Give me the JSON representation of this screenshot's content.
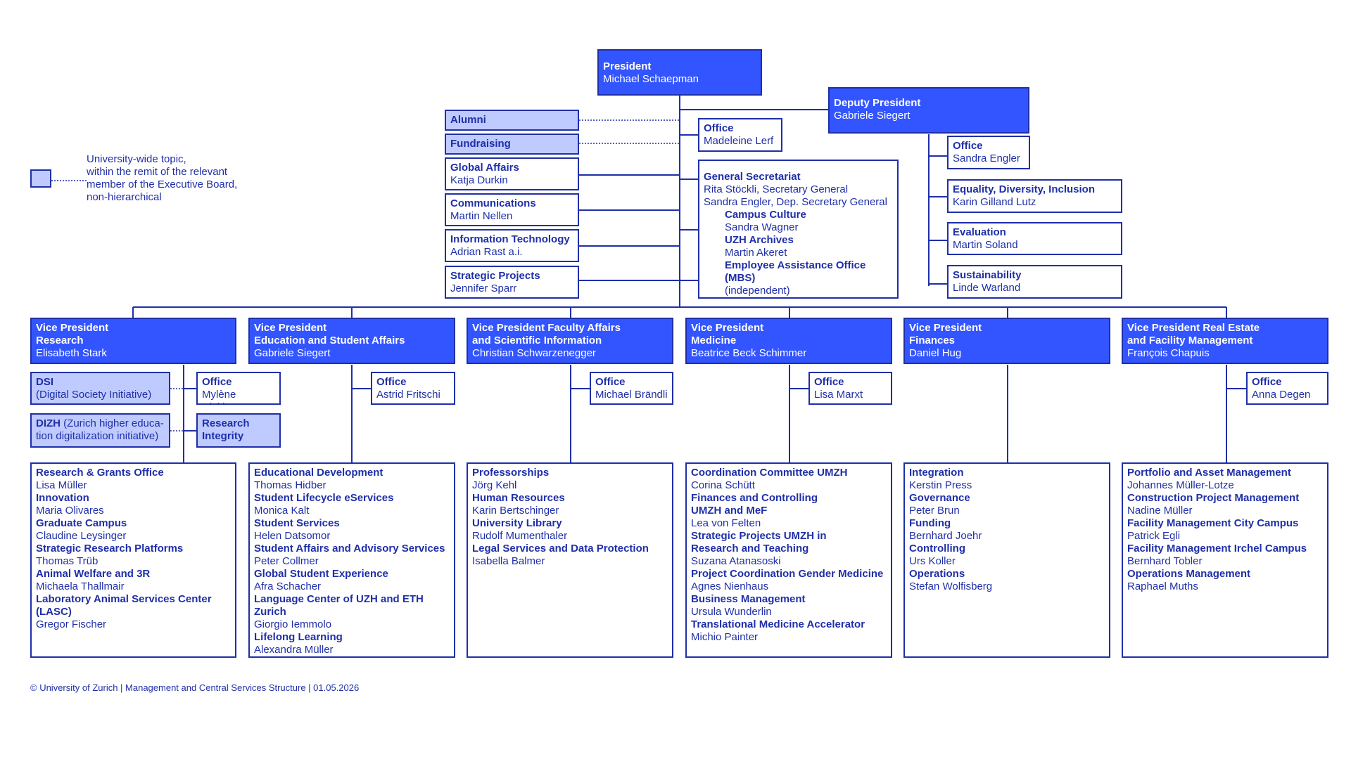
{
  "president": {
    "title": "President",
    "name": "Michael Schaepman"
  },
  "deputy": {
    "title": "Deputy President",
    "name": "Gabriele Siegert"
  },
  "pres_office": {
    "title": "Office",
    "name": "Madeleine Lerf"
  },
  "deputy_office": {
    "title": "Office",
    "name": "Sandra Engler"
  },
  "edi": {
    "title": "Equality, Diversity, Inclusion",
    "name": "Karin Gilland Lutz"
  },
  "evaluation": {
    "title": "Evaluation",
    "name": "Martin Soland"
  },
  "sustainability": {
    "title": "Sustainability",
    "name": "Linde Warland"
  },
  "alumni": {
    "title": "Alumni"
  },
  "fundraising": {
    "title": "Fundraising"
  },
  "global_affairs": {
    "title": "Global Affairs",
    "name": "Katja Durkin"
  },
  "communications": {
    "title": "Communications",
    "name": "Martin Nellen"
  },
  "it": {
    "title": "Information Technology",
    "name": "Adrian Rast a.i."
  },
  "strategic": {
    "title": "Strategic Projects",
    "name": "Jennifer Sparr"
  },
  "gen_sec": {
    "title": "General Secretariat",
    "line1": "Rita Stöckli, Secretary General",
    "line2": "Sandra Engler, Dep. Secretary General",
    "campus_title": "Campus Culture",
    "campus_name": "Sandra Wagner",
    "archives_title": "UZH Archives",
    "archives_name": "Martin Akeret",
    "mbs_title": "Employee Assistance Office (MBS)",
    "mbs_note": "(independent)"
  },
  "legend": {
    "line1": "University-wide topic,",
    "line2": "within the remit of the relevant",
    "line3": "member of the Executive Board,",
    "line4": "non-hierarchical"
  },
  "vp_research": {
    "title1": "Vice President",
    "title2": "Research",
    "name": "Elisabeth Stark"
  },
  "vp_education": {
    "title1": "Vice President",
    "title2": "Education and Student Affairs",
    "name": "Gabriele Siegert"
  },
  "vp_faculty": {
    "title1": "Vice President Faculty Affairs",
    "title2": "and Scientific Information",
    "name": "Christian Schwarzenegger"
  },
  "vp_medicine": {
    "title1": "Vice President",
    "title2": "Medicine",
    "name": "Beatrice Beck Schimmer"
  },
  "vp_finances": {
    "title1": "Vice President",
    "title2": "Finances",
    "name": "Daniel Hug"
  },
  "vp_realestate": {
    "title1": "Vice President Real Estate",
    "title2": "and Facility Management",
    "name": "François Chapuis"
  },
  "dsi": {
    "title": "DSI",
    "sub": "(Digital Society Initiative)"
  },
  "dizh": {
    "title": "DIZH",
    "sub1": "(Zurich higher educa-",
    "sub2": "tion digitalization initiative)"
  },
  "research_office": {
    "title": "Office",
    "name": "Mylène Nicklaus"
  },
  "research_integrity": {
    "title1": "Research",
    "title2": "Integrity"
  },
  "education_office": {
    "title": "Office",
    "name": "Astrid Fritschi"
  },
  "faculty_office": {
    "title": "Office",
    "name": "Michael Brändli"
  },
  "medicine_office": {
    "title": "Office",
    "name": "Lisa Marxt"
  },
  "realestate_office": {
    "title": "Office",
    "name": "Anna Degen"
  },
  "list_research": [
    {
      "t": "Research & Grants Office",
      "b": true
    },
    {
      "t": "Lisa Müller",
      "b": false
    },
    {
      "t": "Innovation",
      "b": true
    },
    {
      "t": "Maria Olivares",
      "b": false
    },
    {
      "t": "Graduate Campus",
      "b": true
    },
    {
      "t": "Claudine Leysinger",
      "b": false
    },
    {
      "t": "Strategic Research Platforms",
      "b": true
    },
    {
      "t": "Thomas Trüb",
      "b": false
    },
    {
      "t": "Animal Welfare and 3R",
      "b": true
    },
    {
      "t": "Michaela Thallmair",
      "b": false
    },
    {
      "t": "Laboratory Animal Services Center",
      "b": true
    },
    {
      "t": "(LASC)",
      "b": true
    },
    {
      "t": "Gregor Fischer",
      "b": false
    }
  ],
  "list_education": [
    {
      "t": "Educational Development",
      "b": true
    },
    {
      "t": "Thomas Hidber",
      "b": false
    },
    {
      "t": "Student Lifecycle eServices",
      "b": true
    },
    {
      "t": "Monica Kalt",
      "b": false
    },
    {
      "t": "Student Services",
      "b": true
    },
    {
      "t": "Helen Datsomor",
      "b": false
    },
    {
      "t": "Student Affairs and Advisory Services",
      "b": true
    },
    {
      "t": "Peter Collmer",
      "b": false
    },
    {
      "t": "Global Student Experience",
      "b": true
    },
    {
      "t": "Afra Schacher",
      "b": false
    },
    {
      "t": "Language Center of UZH and ETH Zurich",
      "b": true
    },
    {
      "t": "Giorgio Iemmolo",
      "b": false
    },
    {
      "t": "Lifelong Learning",
      "b": true
    },
    {
      "t": "Alexandra Müller",
      "b": false
    }
  ],
  "list_faculty": [
    {
      "t": "Professorships",
      "b": true
    },
    {
      "t": "Jörg Kehl",
      "b": false
    },
    {
      "t": "Human Resources",
      "b": true
    },
    {
      "t": "Karin Bertschinger",
      "b": false
    },
    {
      "t": "University Library",
      "b": true
    },
    {
      "t": "Rudolf Mumenthaler",
      "b": false
    },
    {
      "t": "Legal Services and Data Protection",
      "b": true
    },
    {
      "t": "Isabella Balmer",
      "b": false
    }
  ],
  "list_medicine": [
    {
      "t": "Coordination Committee UMZH",
      "b": true
    },
    {
      "t": "Corina Schütt",
      "b": false
    },
    {
      "t": "Finances and Controlling",
      "b": true
    },
    {
      "t": "UMZH and MeF",
      "b": true
    },
    {
      "t": "Lea von Felten",
      "b": false
    },
    {
      "t": "Strategic Projects UMZH in",
      "b": true
    },
    {
      "t": "Research and Teaching",
      "b": true
    },
    {
      "t": "Suzana Atanasoski",
      "b": false
    },
    {
      "t": "Project Coordination Gender Medicine",
      "b": true
    },
    {
      "t": "Agnes Nienhaus",
      "b": false
    },
    {
      "t": "Business Management",
      "b": true
    },
    {
      "t": "Ursula Wunderlin",
      "b": false
    },
    {
      "t": "Translational Medicine Accelerator",
      "b": true
    },
    {
      "t": "Michio Painter",
      "b": false
    }
  ],
  "list_finances": [
    {
      "t": "Integration",
      "b": true
    },
    {
      "t": "Kerstin Press",
      "b": false
    },
    {
      "t": "Governance",
      "b": true
    },
    {
      "t": "Peter Brun",
      "b": false
    },
    {
      "t": "Funding",
      "b": true
    },
    {
      "t": "Bernhard Joehr",
      "b": false
    },
    {
      "t": "Controlling",
      "b": true
    },
    {
      "t": "Urs Koller",
      "b": false
    },
    {
      "t": "Operations",
      "b": true
    },
    {
      "t": "Stefan Wolfisberg",
      "b": false
    }
  ],
  "list_realestate": [
    {
      "t": "Portfolio and Asset Management",
      "b": true
    },
    {
      "t": "Johannes Müller-Lotze",
      "b": false
    },
    {
      "t": "Construction Project Management",
      "b": true
    },
    {
      "t": "Nadine Müller",
      "b": false
    },
    {
      "t": "Facility Management City Campus",
      "b": true
    },
    {
      "t": "Patrick Egli",
      "b": false
    },
    {
      "t": "Facility Management Irchel Campus",
      "b": true
    },
    {
      "t": "Bernhard Tobler",
      "b": false
    },
    {
      "t": "Operations Management",
      "b": true
    },
    {
      "t": "Raphael Muths",
      "b": false
    }
  ],
  "footer": "© University of Zurich | Management and Central Services Structure | 01.05.2026",
  "colors": {
    "dark_blue": "#1f2fa8",
    "box_blue": "#3355ff",
    "light_blue": "#bfcaff"
  }
}
